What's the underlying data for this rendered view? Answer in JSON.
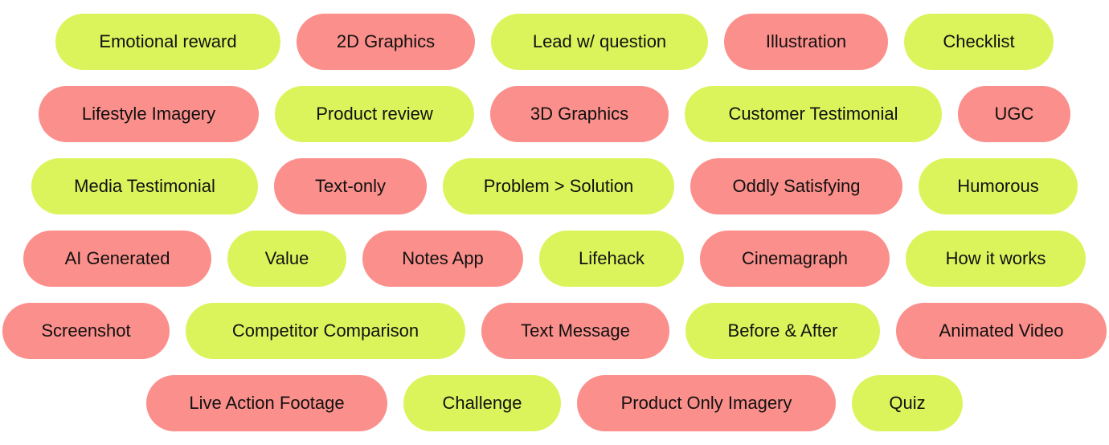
{
  "colors": {
    "green": "#dcf45c",
    "pink": "#fb8f8b",
    "text": "#111111"
  },
  "rows": [
    [
      {
        "label": "Emotional reward",
        "color": "green"
      },
      {
        "label": "2D Graphics",
        "color": "pink"
      },
      {
        "label": "Lead w/ question",
        "color": "green"
      },
      {
        "label": "Illustration",
        "color": "pink"
      },
      {
        "label": "Checklist",
        "color": "green"
      }
    ],
    [
      {
        "label": "Lifestyle Imagery",
        "color": "pink"
      },
      {
        "label": "Product review",
        "color": "green"
      },
      {
        "label": "3D Graphics",
        "color": "pink"
      },
      {
        "label": "Customer Testimonial",
        "color": "green"
      },
      {
        "label": "UGC",
        "color": "pink"
      }
    ],
    [
      {
        "label": "Media Testimonial",
        "color": "green"
      },
      {
        "label": "Text-only",
        "color": "pink"
      },
      {
        "label": "Problem > Solution",
        "color": "green"
      },
      {
        "label": "Oddly Satisfying",
        "color": "pink"
      },
      {
        "label": "Humorous",
        "color": "green"
      }
    ],
    [
      {
        "label": "AI Generated",
        "color": "pink"
      },
      {
        "label": "Value",
        "color": "green"
      },
      {
        "label": "Notes App",
        "color": "pink"
      },
      {
        "label": "Lifehack",
        "color": "green"
      },
      {
        "label": "Cinemagraph",
        "color": "pink"
      },
      {
        "label": "How it works",
        "color": "green"
      }
    ],
    [
      {
        "label": "Screenshot",
        "color": "pink"
      },
      {
        "label": "Competitor Comparison",
        "color": "green"
      },
      {
        "label": "Text Message",
        "color": "pink"
      },
      {
        "label": "Before & After",
        "color": "green"
      },
      {
        "label": "Animated Video",
        "color": "pink"
      }
    ],
    [
      {
        "label": "Live Action Footage",
        "color": "pink"
      },
      {
        "label": "Challenge",
        "color": "green"
      },
      {
        "label": "Product Only Imagery",
        "color": "pink"
      },
      {
        "label": "Quiz",
        "color": "green"
      }
    ]
  ]
}
